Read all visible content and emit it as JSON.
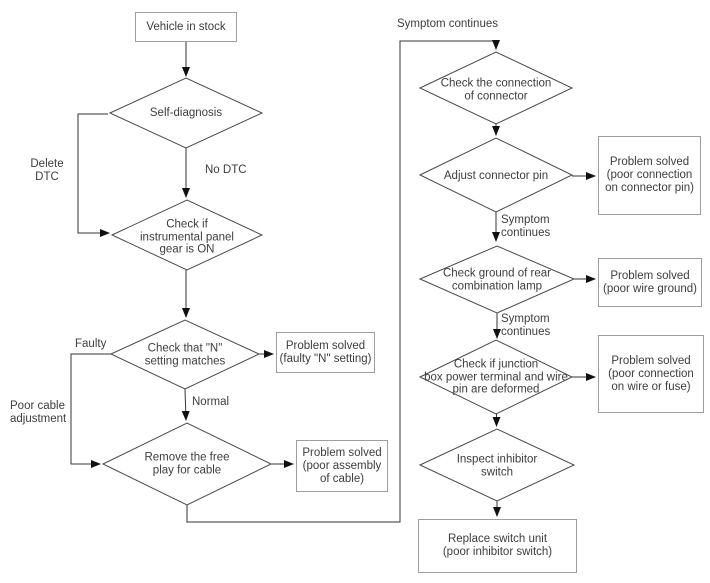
{
  "diagram": {
    "type": "flowchart",
    "colors": {
      "background": "#ffffff",
      "line": "#333333",
      "diamond_border": "#4a4a4a",
      "box_border": "#9e9e9e",
      "text": "#3d3d3d",
      "arrowhead": "#111111"
    },
    "nodes": {
      "vehicle_in_stock": "Vehicle in stock",
      "self_diagnosis": "Self-diagnosis",
      "check_panel_gear": "Check if\ninstrumental panel\ngear is ON",
      "check_n_setting": "Check that \"N\"\nsetting matches",
      "problem_faulty_n": "Problem solved\n(faulty \"N\" setting)",
      "remove_free_play": "Remove the free\nplay for cable",
      "problem_poor_assembly": "Problem solved\n(poor assembly\nof cable)",
      "check_connection": "Check the connection\nof connector",
      "adjust_connector_pin": "Adjust connector pin",
      "problem_connector_pin": "Problem solved\n(poor connection\non connector pin)",
      "check_ground": "Check ground of rear\ncombination lamp",
      "problem_wire_ground": "Problem solved\n(poor wire ground)",
      "check_junction_box": "Check if junction\nbox power terminal and wire\npin are deformed",
      "problem_wire_fuse": "Problem solved\n(poor connection\non wire or fuse)",
      "inspect_inhibitor": "Inspect inhibitor\nswitch",
      "replace_switch_unit": "Replace switch unit\n(poor inhibitor switch)"
    },
    "edge_labels": {
      "delete_dtc": "Delete\nDTC",
      "no_dtc": "No DTC",
      "faulty": "Faulty",
      "normal": "Normal",
      "poor_cable_adjustment": "Poor cable\nadjustment",
      "symptom_continues_top": "Symptom continues",
      "symptom_continues_1": "Symptom\ncontinues",
      "symptom_continues_2": "Symptom\ncontinues"
    }
  }
}
